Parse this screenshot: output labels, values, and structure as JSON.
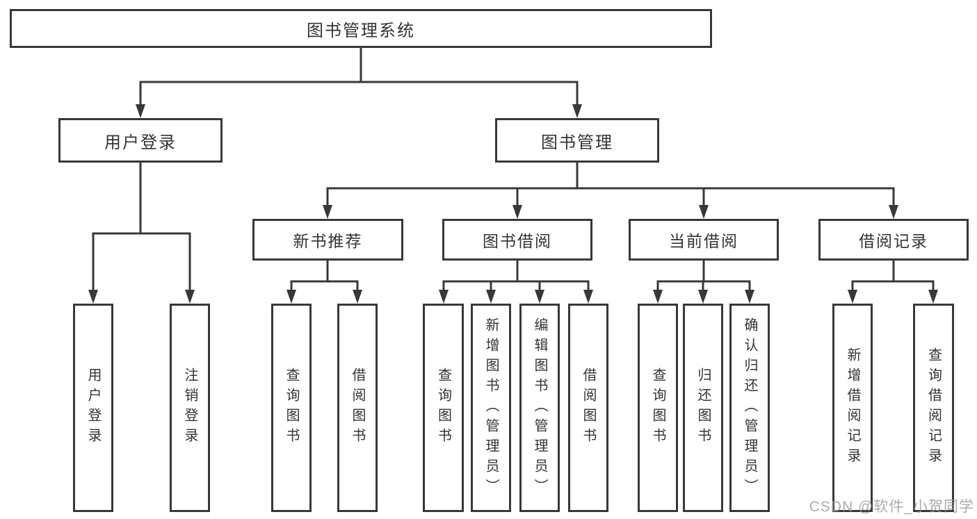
{
  "diagram": {
    "root": {
      "label": "图书管理系统"
    },
    "branches": [
      {
        "label": "用户登录",
        "children": [
          {
            "label": "用户登录"
          },
          {
            "label": "注销登录"
          }
        ]
      },
      {
        "label": "图书管理",
        "children": [
          {
            "label": "新书推荐",
            "children": [
              {
                "label": "查询图书"
              },
              {
                "label": "借阅图书"
              }
            ]
          },
          {
            "label": "图书借阅",
            "children": [
              {
                "label": "查询图书"
              },
              {
                "label": "新增图书（管理员）"
              },
              {
                "label": "编辑图书（管理员）"
              },
              {
                "label": "借阅图书"
              }
            ]
          },
          {
            "label": "当前借阅",
            "children": [
              {
                "label": "查询图书"
              },
              {
                "label": "归还图书"
              },
              {
                "label": "确认归还（管理员）"
              }
            ]
          },
          {
            "label": "借阅记录",
            "children": [
              {
                "label": "新增借阅记录"
              },
              {
                "label": "查询借阅记录"
              }
            ]
          }
        ]
      }
    ]
  },
  "watermark": "CSDN @软件_小贺同学",
  "colors": {
    "line": "#383838",
    "text": "#333333",
    "background": "#ffffff",
    "watermark": "#9b9b9b"
  }
}
